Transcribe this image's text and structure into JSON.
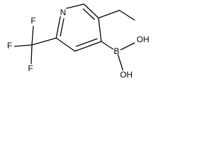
{
  "molecule": {
    "atoms": {
      "nitrogen": "N",
      "boron": "B",
      "oh_upper": "OH",
      "oh_lower": "OH",
      "fluorine_left": "F",
      "fluorine_top": "F",
      "fluorine_bottom": "F"
    },
    "colors": {
      "bond": "#000000",
      "label": "#000000",
      "background": "#ffffff"
    }
  }
}
